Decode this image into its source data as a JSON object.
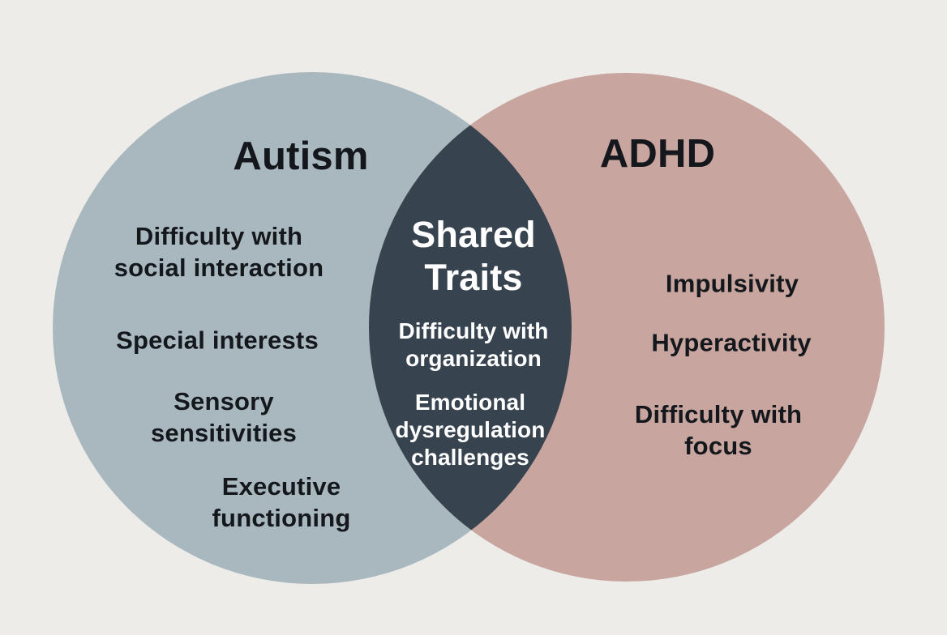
{
  "venn": {
    "background_color": "#edece9",
    "text_color_dark": "#14181d",
    "left_circle": {
      "label": "Autism",
      "color": "#a8b8be",
      "items": [
        "Difficulty with social interaction",
        "Special interests",
        "Sensory sensitivities",
        "Executive functioning"
      ]
    },
    "right_circle": {
      "label": "ADHD",
      "color": "#c8a59e",
      "items": [
        "Impulsivity",
        "Hyperactivity",
        "Difficulty with focus"
      ]
    },
    "overlap": {
      "label": "Shared Traits",
      "color": "#37434f",
      "text_color": "#ffffff",
      "items": [
        "Difficulty with organization",
        "Emotional dysregulation challenges"
      ]
    }
  }
}
